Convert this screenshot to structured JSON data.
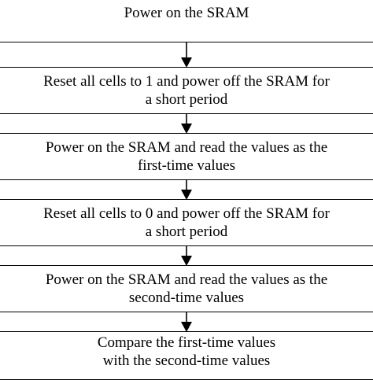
{
  "steps": [
    {
      "line1": "Power on the SRAM",
      "line2": ""
    },
    {
      "line1": "Reset all cells to 1 and power off the SRAM for",
      "line2": "a short period"
    },
    {
      "line1": "Power on the SRAM and read the values as the",
      "line2": "first-time values"
    },
    {
      "line1": "Reset all cells to 0 and power off the SRAM for",
      "line2": "a short period"
    },
    {
      "line1": "Power on the SRAM and read the values as the",
      "line2": "second-time values"
    },
    {
      "line1": "Compare the first-time values",
      "line2": "with the second-time values"
    }
  ],
  "colors": {
    "stroke": "#000000",
    "background": "#ffffff"
  },
  "icons": {
    "connector": "arrow-down-icon"
  }
}
